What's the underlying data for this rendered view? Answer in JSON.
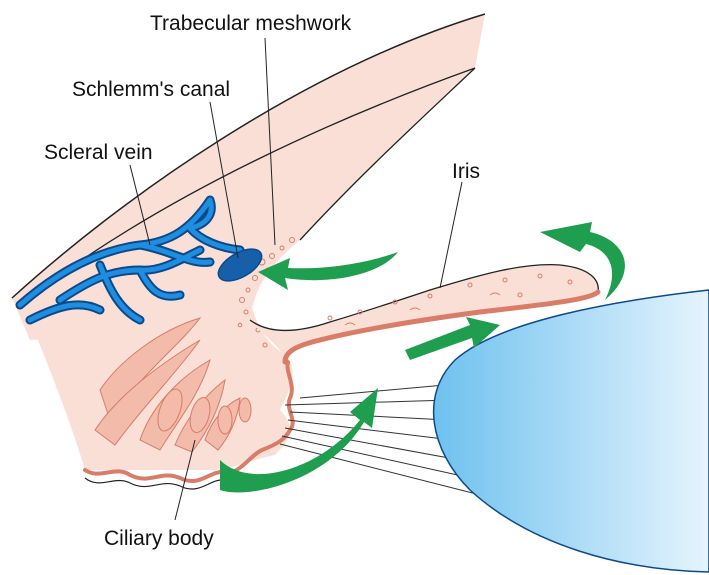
{
  "labels": {
    "trabecular_meshwork": "Trabecular meshwork",
    "schlemms_canal": "Schlemm's canal",
    "scleral_vein": "Scleral vein",
    "iris": "Iris",
    "ciliary_body": "Ciliary body"
  },
  "colors": {
    "tissue": "#f9dfd6",
    "tissue_edge": "#d97c68",
    "ciliary_muscle": "#f3bba9",
    "vein": "#1f8ee0",
    "vein_outline": "#0b4a8a",
    "canal": "#1560a8",
    "flow_arrow": "#1e9e4e",
    "lens_light": "#e6f4fd",
    "lens_dark": "#6ec1ef",
    "zonule": "#333333"
  },
  "icons": [
    "aqueous-flow-arrow"
  ]
}
